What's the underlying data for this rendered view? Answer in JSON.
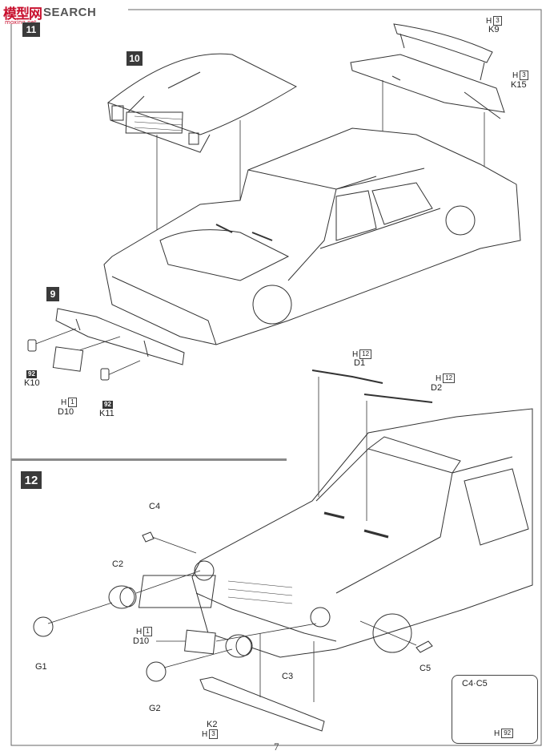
{
  "watermark": {
    "cn": "模型网",
    "en": "SEARCH",
    "sub": "moxing.net"
  },
  "steps": {
    "s10": "10",
    "s9": "9",
    "s11": "11",
    "s12": "12"
  },
  "parts": {
    "k9": {
      "sprue": "H",
      "num": "3",
      "name": "K9"
    },
    "k15": {
      "sprue": "H",
      "num": "3",
      "name": "K15"
    },
    "k10": {
      "tag": "92",
      "name": "K10"
    },
    "d10a": {
      "sprue": "H",
      "num": "1",
      "name": "D10"
    },
    "k11": {
      "tag": "92",
      "name": "K11"
    },
    "d1": {
      "sprue": "H",
      "num": "12",
      "name": "D1"
    },
    "d2": {
      "sprue": "H",
      "num": "12",
      "name": "D2"
    },
    "c4": {
      "name": "C4"
    },
    "c2": {
      "name": "C2"
    },
    "g1": {
      "name": "G1"
    },
    "d10b": {
      "sprue": "H",
      "num": "1",
      "name": "D10"
    },
    "c3": {
      "name": "C3"
    },
    "g2": {
      "name": "G2"
    },
    "k2": {
      "name": "K2",
      "sprue": "H",
      "num": "3"
    },
    "c5": {
      "name": "C5"
    }
  },
  "inset": {
    "title": "C4·C5",
    "sprue": "H",
    "num": "92"
  },
  "page_number": "7",
  "colors": {
    "step_box": "#3a3a3a",
    "line": "#333333",
    "divider": "#8a8a8a",
    "brand": "#c8102e"
  }
}
